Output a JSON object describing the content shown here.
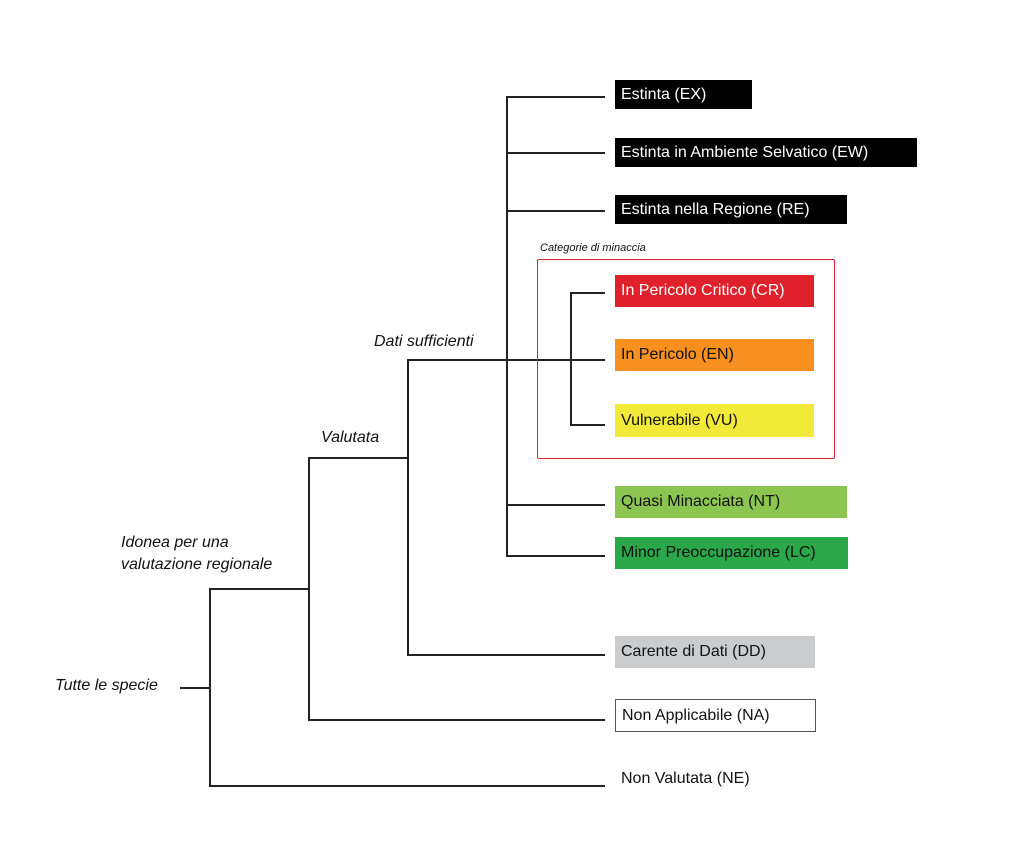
{
  "nodes": {
    "all": "Tutte le specie",
    "eligible_line1": "Idonea per una",
    "eligible_line2": "valutazione regionale",
    "evaluated": "Valutata",
    "adequate": "Dati sufficienti",
    "threatened_group": "Categorie di minaccia"
  },
  "categories": [
    {
      "label": "Estinta (EX)",
      "bg": "#000000",
      "fg": "#ffffff"
    },
    {
      "label": "Estinta in Ambiente Selvatico (EW)",
      "bg": "#000000",
      "fg": "#ffffff"
    },
    {
      "label": "Estinta nella Regione (RE)",
      "bg": "#000000",
      "fg": "#ffffff"
    },
    {
      "label": "In Pericolo Critico (CR)",
      "bg": "#e0202b",
      "fg": "#ffffff"
    },
    {
      "label": "In Pericolo (EN)",
      "bg": "#f7901e",
      "fg": "#111111"
    },
    {
      "label": "Vulnerabile (VU)",
      "bg": "#f2ea39",
      "fg": "#111111"
    },
    {
      "label": "Quasi Minacciata (NT)",
      "bg": "#8cc651",
      "fg": "#111111"
    },
    {
      "label": "Minor Preoccupazione (LC)",
      "bg": "#2aa748",
      "fg": "#111111"
    },
    {
      "label": "Carente di Dati (DD)",
      "bg": "#cbcccd",
      "fg": "#111111"
    },
    {
      "label": "Non Applicabile (NA)",
      "bg": "#ffffff",
      "fg": "#111111"
    },
    {
      "label": "Non Valutata (NE)",
      "bg": "#ffffff",
      "fg": "#111111"
    }
  ]
}
